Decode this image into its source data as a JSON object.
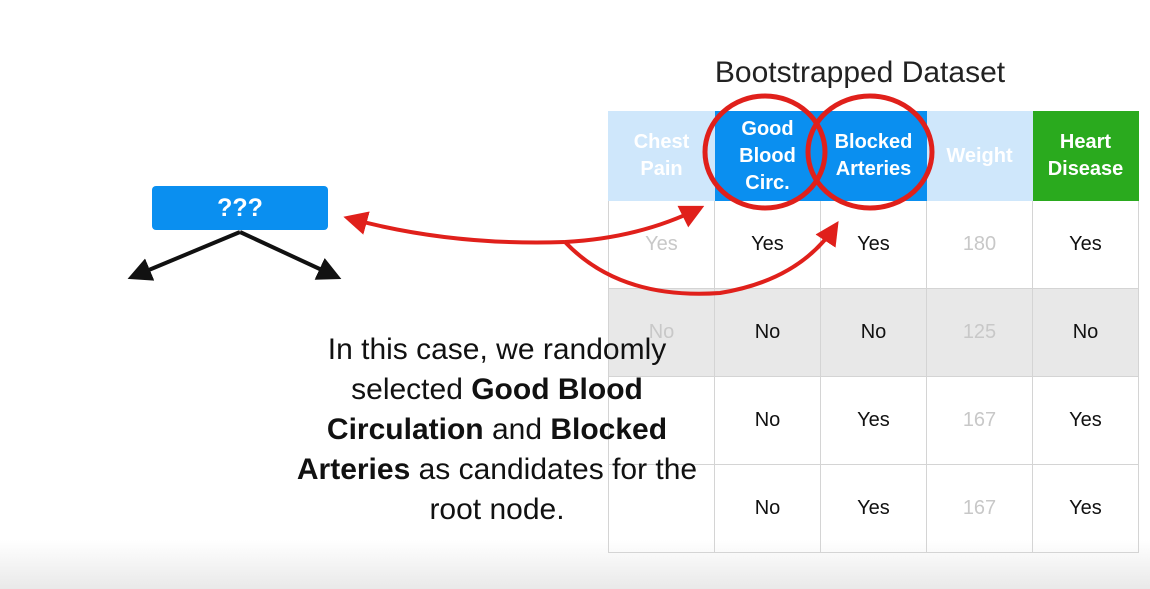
{
  "title": "Bootstrapped Dataset",
  "node": {
    "label": "???"
  },
  "caption": {
    "part1": "In this case, we randomly selected ",
    "bold1": "Good Blood Circulation",
    "part2": " and ",
    "bold2": "Blocked Arteries",
    "part3": " as candidates for the root node."
  },
  "table": {
    "headers": [
      {
        "line1": "Chest",
        "line2": "Pain"
      },
      {
        "line1": "Good",
        "line2": "Blood",
        "line3": "Circ."
      },
      {
        "line1": "Blocked",
        "line2": "Arteries"
      },
      {
        "line1": "Weight"
      },
      {
        "line1": "Heart",
        "line2": "Disease"
      }
    ],
    "rows": [
      [
        "Yes",
        "Yes",
        "Yes",
        "180",
        "Yes"
      ],
      [
        "No",
        "No",
        "No",
        "125",
        "No"
      ],
      [
        "",
        "No",
        "Yes",
        "167",
        "Yes"
      ],
      [
        "",
        "No",
        "Yes",
        "167",
        "Yes"
      ]
    ]
  },
  "colors": {
    "selected_header": "#0a8ff0",
    "faded_header": "#cfe7fb",
    "target_header": "#2aaa1e",
    "annotation_red": "#e0201b"
  }
}
